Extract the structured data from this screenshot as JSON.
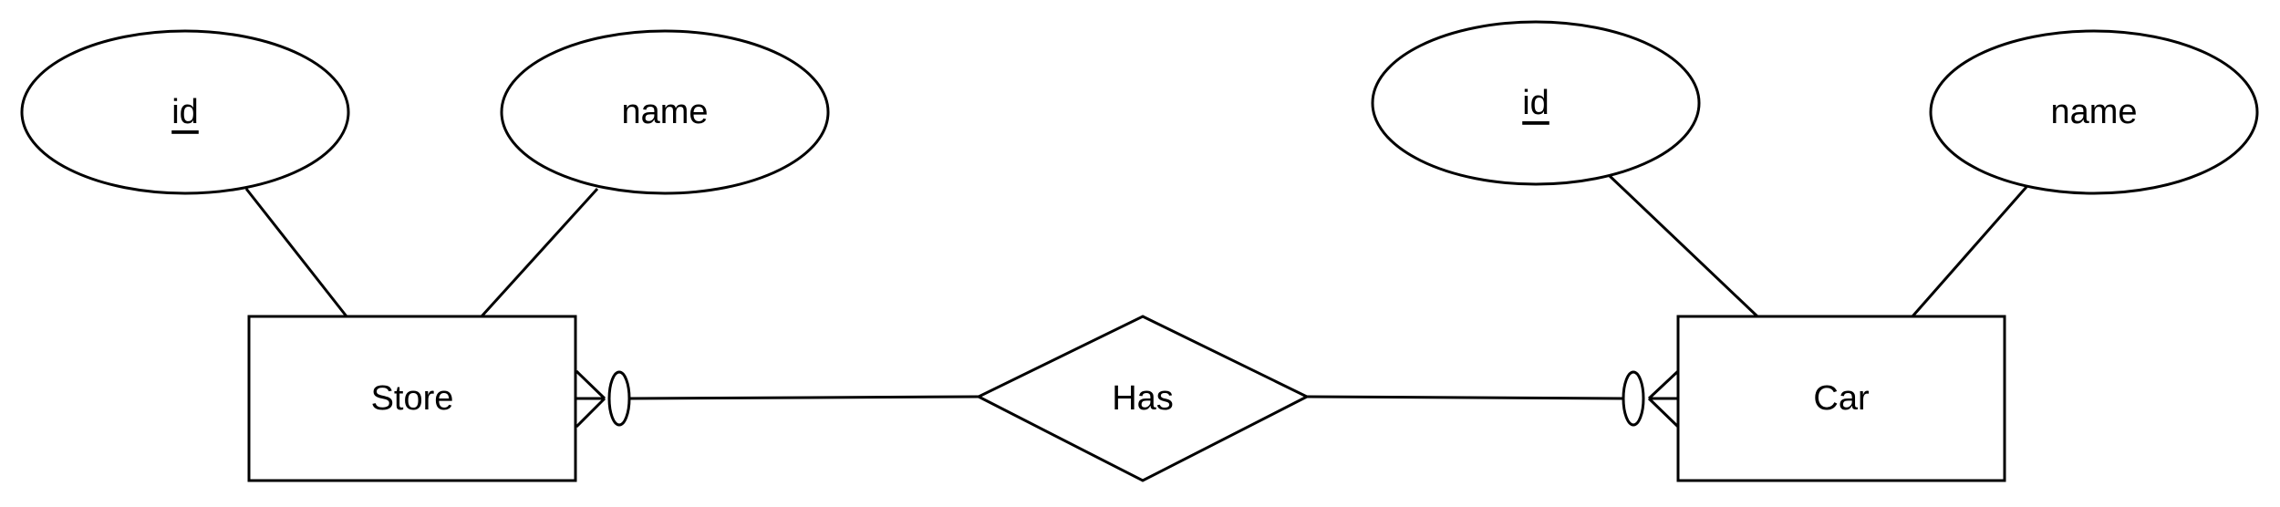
{
  "diagram": {
    "entities": {
      "store": {
        "label": "Store"
      },
      "car": {
        "label": "Car"
      }
    },
    "relationship": {
      "label": "Has"
    },
    "attributes": {
      "store_id": {
        "label": "id",
        "is_key": true
      },
      "store_name": {
        "label": "name",
        "is_key": false
      },
      "car_id": {
        "label": "id",
        "is_key": true
      },
      "car_name": {
        "label": "name",
        "is_key": false
      }
    },
    "cardinality": {
      "store_side": "zero-or-many",
      "car_side": "zero-or-many"
    }
  }
}
